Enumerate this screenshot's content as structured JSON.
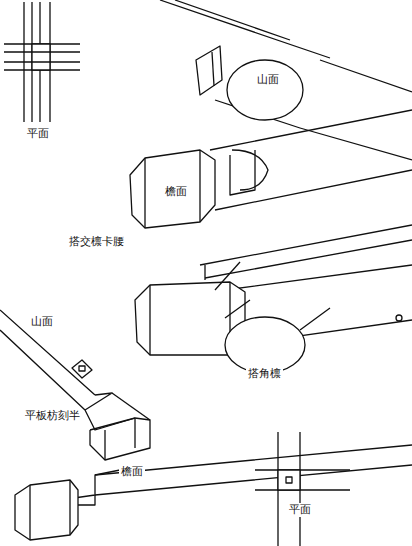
{
  "diagram": {
    "labels": [
      "平面",
      "山面",
      "檐面",
      "搭交檩卡腰",
      "山面",
      "搭角檩",
      "平板枋刻半",
      "檐面",
      "平面"
    ]
  }
}
